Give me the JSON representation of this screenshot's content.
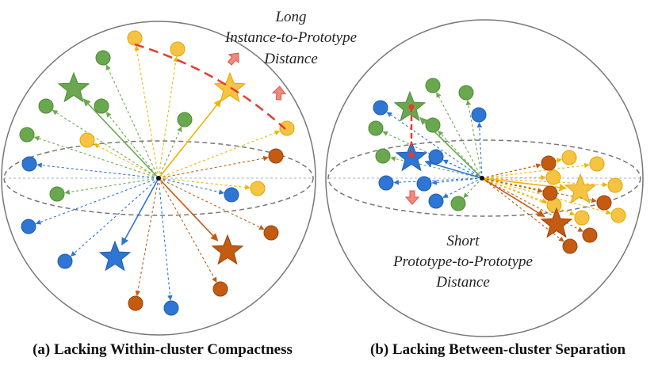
{
  "panel_a": {
    "annotation": [
      "Long",
      "Instance-to-Prototype",
      "Distance"
    ],
    "caption": "(a) Lacking Within-cluster Compactness"
  },
  "panel_b": {
    "annotation": [
      "Short",
      "Prototype-to-Prototype",
      "Distance"
    ],
    "caption": "(b) Lacking Between-cluster Separation"
  },
  "colors": {
    "green": "#6aa84f",
    "yellow": "#f6c342",
    "blue": "#2e75d4",
    "orange": "#c55a11",
    "red": "#e83a2f",
    "sphere": "#666666"
  }
}
